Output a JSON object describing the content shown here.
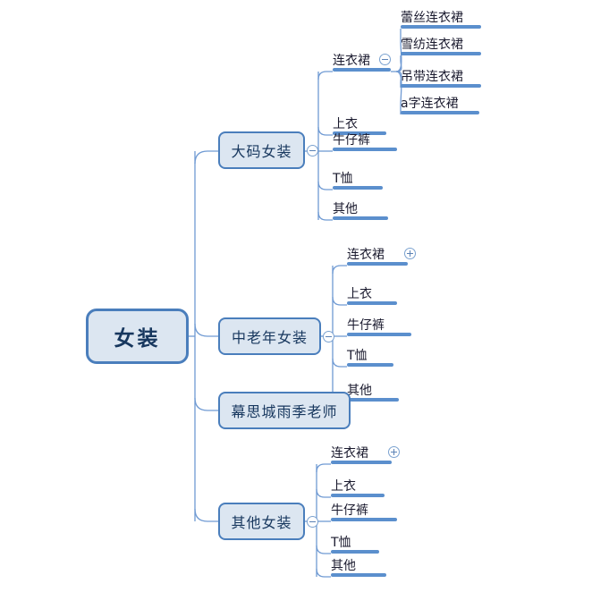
{
  "diagram": {
    "type": "mind-map",
    "title": "女装 类目思维导图",
    "colors": {
      "node_fill": "#dce6f1",
      "node_border": "#4a7ebc",
      "node_text": "#17375e",
      "leaf_bar": "#5b8fcd",
      "link": "#6f9ad3",
      "leaf_text": "#1a1a2e"
    }
  },
  "root": {
    "label": "女装"
  },
  "branches": [
    {
      "label": "大码女装",
      "toggle": "minus",
      "children": [
        {
          "label": "连衣裙",
          "toggle": "minus",
          "children": [
            {
              "label": "蕾丝连衣裙"
            },
            {
              "label": "雪纺连衣裙"
            },
            {
              "label": "吊带连衣裙"
            },
            {
              "label": "a字连衣裙"
            }
          ]
        },
        {
          "label": "上衣"
        },
        {
          "label": "牛仔裤"
        },
        {
          "label": "T恤"
        },
        {
          "label": "其他"
        }
      ]
    },
    {
      "label": "中老年女装",
      "toggle": "minus",
      "children": [
        {
          "label": "连衣裙",
          "toggle": "plus"
        },
        {
          "label": "上衣"
        },
        {
          "label": "牛仔裤"
        },
        {
          "label": "T恤"
        },
        {
          "label": "其他"
        }
      ]
    },
    {
      "label": "幕思城雨季老师",
      "toggle": null,
      "children": []
    },
    {
      "label": "其他女装",
      "toggle": "minus",
      "children": [
        {
          "label": "连衣裙",
          "toggle": "plus"
        },
        {
          "label": "上衣"
        },
        {
          "label": "牛仔裤"
        },
        {
          "label": "T恤"
        },
        {
          "label": "其他"
        }
      ]
    }
  ]
}
